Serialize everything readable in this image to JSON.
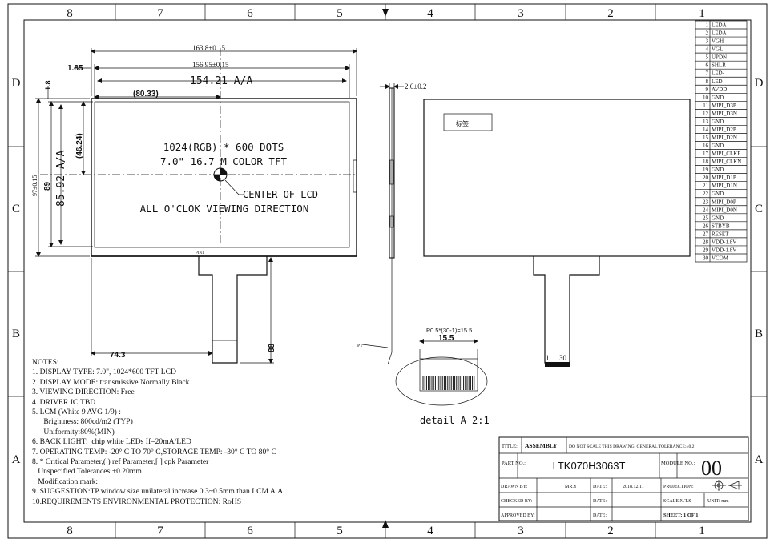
{
  "frame": {
    "columns_top": [
      "8",
      "7",
      "6",
      "5",
      "4",
      "3",
      "2",
      "1"
    ],
    "columns_bottom": [
      "8",
      "7",
      "6",
      "5",
      "4",
      "3",
      "2",
      "1"
    ],
    "rows_left": [
      "D",
      "C",
      "B",
      "A"
    ],
    "rows_right": [
      "D",
      "C",
      "B",
      "A"
    ]
  },
  "front_view": {
    "dim_width_outer": "163.8±0.15",
    "dim_width_frame": "156.95±0.15",
    "dim_width_aa": "154.21 A/A",
    "dim_left_offset": "1.85",
    "dim_top_offset": "1.8",
    "dim_center_x": "(80.33)",
    "dim_center_y": "(46.24)",
    "dim_height_outer": "97±0.15",
    "dim_height_frame": "89",
    "dim_height_aa": "85.92 A/A",
    "dim_fpc_offset": "74.3",
    "dim_fpc_length": "88",
    "line_resolution": "1024(RGB) * 600 DOTS",
    "line_type": "7.0\" 16.7 M COLOR TFT",
    "center_label": "CENTER OF LCD",
    "viewing_label": "ALL O'CLOK VIEWING DIRECTION",
    "pin1_marker": "PIN1"
  },
  "side_view": {
    "dim_thickness": "2.6±0.2",
    "p1_label": "P1"
  },
  "back_view": {
    "label_box": "标签",
    "fpc_pin_first": "1",
    "fpc_pin_last": "30"
  },
  "detail": {
    "pitch_label": "P0.5*(30-1)=15.5",
    "width_label": "15.5",
    "caption": "detail A 2:1"
  },
  "notes": {
    "title": "NOTES:",
    "lines": [
      "1. DISPLAY TYPE: 7.0\", 1024*600 TFT LCD",
      "2. DISPLAY MODE: transmissive Normally Black",
      "3. VIEWING DIRECTION: Free",
      "4. DRIVER IC:TBD",
      "5. LCM (White 9 AVG 1/9) :",
      "      Brightness: 800cd/m2 (TYP)",
      "      Uniformity:80%(MIN)",
      "6. BACK LIGHT:  chip white LEDs If=20mA/LED",
      "7. OPERATING TEMP: -20° C TO 70° C,STORAGE TEMP: -30° C TO 80° C",
      "8. * Critical Parameter,( ) ref Parameter,[ ] cpk Parameter",
      "   Unspecified Tolerances:±0.20mm",
      "   Modification mark:",
      "9. SUGGESTION:TP window size unilateral increase 0.3~0.5mm than LCM A.A",
      "10.REQUIREMENTS ENVIRONMENTAL PROTECTION: RoHS"
    ]
  },
  "pins": [
    {
      "no": "1",
      "name": "LEDA"
    },
    {
      "no": "2",
      "name": "LEDA"
    },
    {
      "no": "3",
      "name": "VGH"
    },
    {
      "no": "4",
      "name": "VGL"
    },
    {
      "no": "5",
      "name": "UPDN"
    },
    {
      "no": "6",
      "name": "SHLR"
    },
    {
      "no": "7",
      "name": "LED-"
    },
    {
      "no": "8",
      "name": "LED-"
    },
    {
      "no": "9",
      "name": "AVDD"
    },
    {
      "no": "10",
      "name": "GND"
    },
    {
      "no": "11",
      "name": "MIPI_D3P"
    },
    {
      "no": "12",
      "name": "MIPI_D3N"
    },
    {
      "no": "13",
      "name": "GND"
    },
    {
      "no": "14",
      "name": "MIPI_D2P"
    },
    {
      "no": "15",
      "name": "MIPI_D2N"
    },
    {
      "no": "16",
      "name": "GND"
    },
    {
      "no": "17",
      "name": "MIPI_CLKP"
    },
    {
      "no": "18",
      "name": "MIPI_CLKN"
    },
    {
      "no": "19",
      "name": "GND"
    },
    {
      "no": "20",
      "name": "MIPI_D1P"
    },
    {
      "no": "21",
      "name": "MIPI_D1N"
    },
    {
      "no": "22",
      "name": "GND"
    },
    {
      "no": "23",
      "name": "MIPI_D0P"
    },
    {
      "no": "24",
      "name": "MIPI_D0N"
    },
    {
      "no": "25",
      "name": "GND"
    },
    {
      "no": "26",
      "name": "STBYB"
    },
    {
      "no": "27",
      "name": "RESET"
    },
    {
      "no": "28",
      "name": "VDD-1.8V"
    },
    {
      "no": "29",
      "name": "VDD-1.8V"
    },
    {
      "no": "30",
      "name": "VCOM"
    }
  ],
  "title_block": {
    "title_label": "TITLE:",
    "title_value": "ASSEMBLY",
    "scale_note": "DO NOT SCALE THIS DRAWING, GENERAL TOLERANCE:±0.2",
    "part_label": "PART NO.:",
    "part_value": "LTK070H3063T",
    "module_label": "MODULE NO.:",
    "module_value": "00",
    "drawn_label": "DRAWN BY:",
    "drawn_value": "MR.Y",
    "date_label": "DATE:",
    "date_value": "2018.12.11",
    "projection_label": "PROJECTION:",
    "checked_label": "CHECKED BY:",
    "scale_label": "SCALE:N.T.S",
    "unit_label": "UNIT: mm",
    "approved_label": "APPROVED BY:",
    "sheet_label": "SHEET:  1  OF  1"
  }
}
